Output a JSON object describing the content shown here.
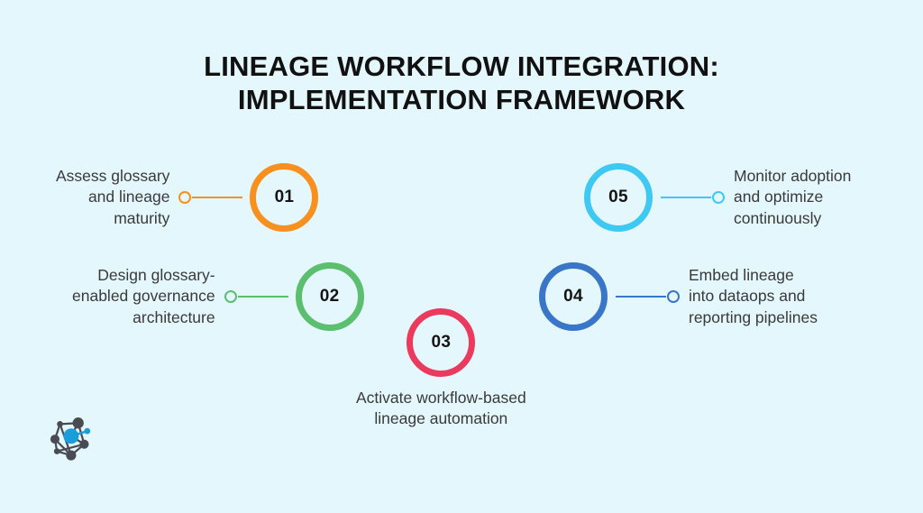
{
  "background_color": "#e4f7fd",
  "title": {
    "line1": "LINEAGE WORKFLOW INTEGRATION:",
    "line2": "IMPLEMENTATION FRAMEWORK",
    "color": "#111111"
  },
  "steps": [
    {
      "number": "01",
      "label_line1": "Assess glossary",
      "label_line2": "and lineage",
      "label_line3": "maturity",
      "color": "#f7901e",
      "label_side": "left"
    },
    {
      "number": "02",
      "label_line1": "Design glossary-",
      "label_line2": "enabled governance",
      "label_line3": "architecture",
      "color": "#5cbf70",
      "label_side": "left"
    },
    {
      "number": "03",
      "label_line1": "Activate workflow-based",
      "label_line2": "lineage automation",
      "label_line3": "",
      "color": "#ea3a5d",
      "label_side": "below"
    },
    {
      "number": "04",
      "label_line1": "Embed lineage",
      "label_line2": "into dataops and",
      "label_line3": "reporting pipelines",
      "color": "#3a76c8",
      "label_side": "right"
    },
    {
      "number": "05",
      "label_line1": "Monitor adoption",
      "label_line2": "and optimize",
      "label_line3": "continuously",
      "color": "#3fc9f2",
      "label_side": "right"
    }
  ],
  "logo": {
    "name": "network-graph-logo",
    "node_color": "#4a4a52",
    "accent_color": "#1b9dd9"
  }
}
